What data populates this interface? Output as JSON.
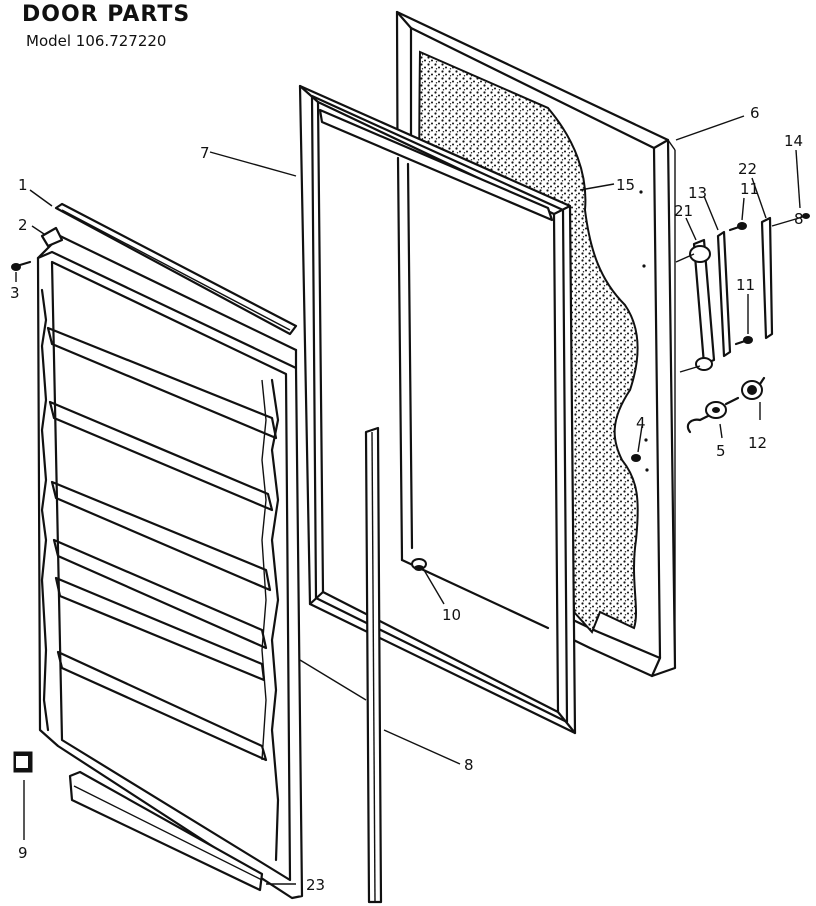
{
  "header": {
    "title": "DOOR PARTS",
    "model": "Model 106.727220"
  },
  "callouts": {
    "c1": "1",
    "c2": "2",
    "c3": "3",
    "c4": "4",
    "c5": "5",
    "c6": "6",
    "c7": "7",
    "c8a": "8",
    "c8b": "8",
    "c9": "9",
    "c10": "10",
    "c11a": "11",
    "c11b": "11",
    "c12": "12",
    "c13": "13",
    "c14": "14",
    "c15": "15",
    "c21": "21",
    "c22": "22",
    "c23": "23"
  }
}
